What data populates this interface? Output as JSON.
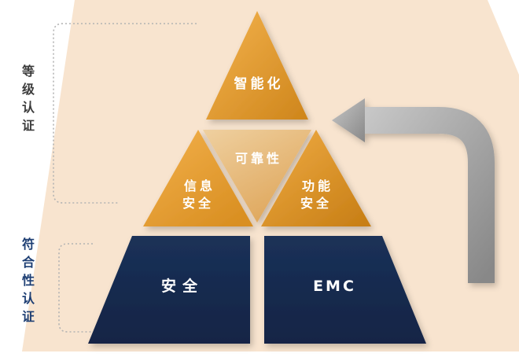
{
  "diagram": {
    "side_labels": {
      "level_certification": "等级认证",
      "conformity_certification": "符合性认证"
    },
    "pyramid": {
      "top": "智能化",
      "mid_center": "可靠性",
      "mid_left": "信息\n安全",
      "mid_right": "功能\n安全",
      "bottom_left": "安全",
      "bottom_right": "EMC"
    },
    "colors": {
      "background_wedge": "#f8e4cf",
      "gold_light": "#f4b34e",
      "gold_dark": "#ce851b",
      "tan_light": "#efd0a0",
      "tan_dark": "#dfa75c",
      "navy_light": "#1b3158",
      "navy_dark": "#122445",
      "arrow_gray_light": "#c7c7c7",
      "arrow_gray_dark": "#888888",
      "side_label_dark": "#3c3c3c",
      "side_label_navy": "#1d3e73",
      "dotted_line": "#b3b3b3"
    }
  }
}
